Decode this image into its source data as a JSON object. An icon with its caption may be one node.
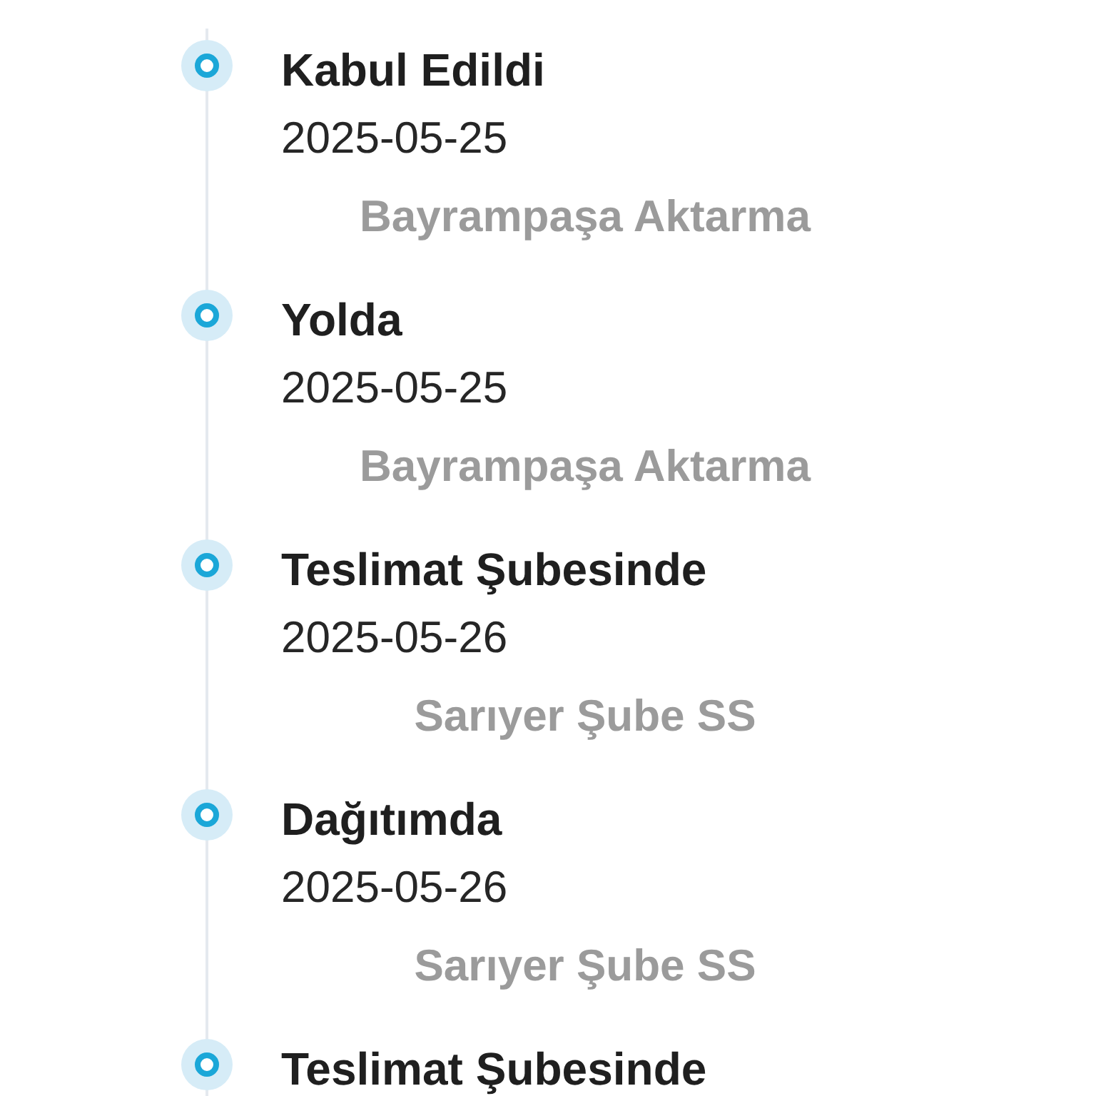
{
  "diagram": {
    "nodes": [
      {
        "text": [
          "Kabul Edildi",
          "2025-05-25",
          "Bayrampaşa Aktarma"
        ]
      },
      {
        "text": [
          "Yolda",
          "2025-05-25",
          "Bayrampaşa Aktarma"
        ]
      },
      {
        "text": [
          "Teslimat Şubesinde",
          "2025-05-26",
          "Sarıyer Şube SS"
        ]
      },
      {
        "text": [
          "Dağıtımda",
          "2025-05-26",
          "Sarıyer Şube SS"
        ]
      },
      {
        "text": [
          "Teslimat Şubesinde"
        ]
      }
    ]
  }
}
